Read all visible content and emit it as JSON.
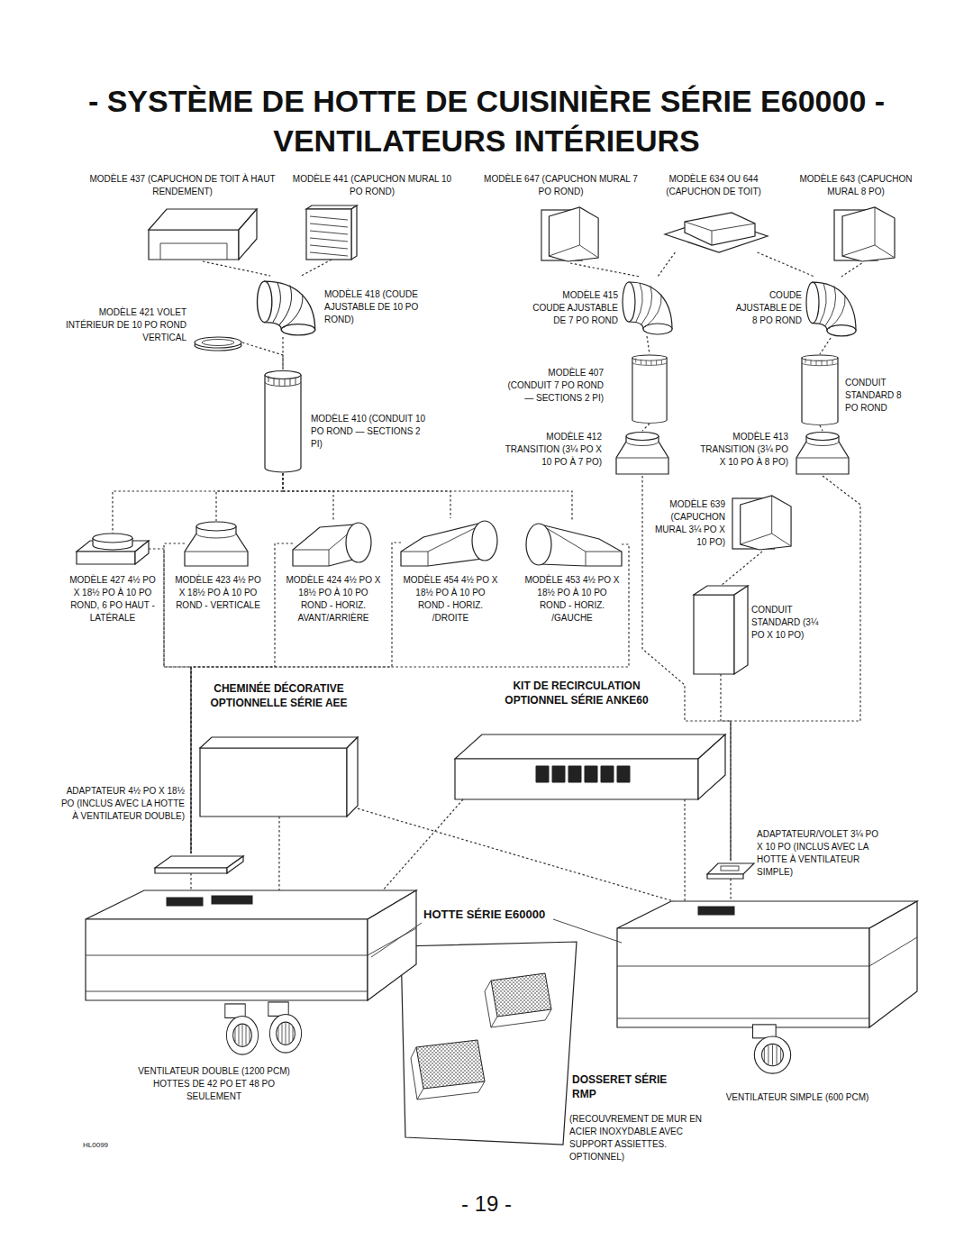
{
  "diagram": {
    "title": "- SYSTÈME DE HOTTE DE CUISINIÈRE SÉRIE E60000 - VENTILATEURS INTÉRIEURS",
    "nodes": [
      {
        "text": [
          "MODÈLE 437 (CAPUCHON DE TOIT À HAUT RENDEMENT)"
        ]
      },
      {
        "text": [
          "MODÈLE 441 (CAPUCHON MURAL 10 PO ROND)"
        ]
      },
      {
        "text": [
          "MODÈLE 647 (CAPUCHON MURAL 7 PO ROND)"
        ]
      },
      {
        "text": [
          "MODÈLE 634 OU 644 (CAPUCHON DE TOIT)"
        ]
      },
      {
        "text": [
          "MODÈLE 643 (CAPUCHON MURAL 8 PO)"
        ]
      },
      {
        "text": [
          "MODÈLE 421 VOLET INTÉRIEUR DE 10 PO ROND VERTICAL"
        ]
      },
      {
        "text": [
          "MODÈLE 418 (COUDE AJUSTABLE DE 10 PO ROND)"
        ]
      },
      {
        "text": [
          "MODÈLE 415 COUDE AJUSTABLE DE 7 PO ROND"
        ]
      },
      {
        "text": [
          "COUDE AJUSTABLE DE 8 PO ROND"
        ]
      },
      {
        "text": [
          "MODÈLE 410 (CONDUIT 10 PO ROND — SECTIONS 2 PI)"
        ]
      },
      {
        "text": [
          "MODÈLE 407 (CONDUIT 7 PO ROND — SECTIONS 2 PI)"
        ]
      },
      {
        "text": [
          "CONDUIT STANDARD 8 PO ROND"
        ]
      },
      {
        "text": [
          "MODÈLE 412 TRANSITION (3¼ PO X 10 PO À 7 PO)"
        ]
      },
      {
        "text": [
          "MODÈLE 413 TRANSITION (3¼ PO X 10 PO À 8 PO)"
        ]
      },
      {
        "text": [
          "MODÈLE 427 4½ PO X 18½ PO À 10 PO ROND, 6 PO HAUT - LATÉRALE"
        ]
      },
      {
        "text": [
          "MODÈLE 423 4½ PO X 18½ PO À 10 PO ROND - VERTICALE"
        ]
      },
      {
        "text": [
          "MODÈLE 424 4½ PO X 18½ PO À 10 PO ROND - HORIZ. AVANT/ARRIÈRE"
        ]
      },
      {
        "text": [
          "MODÈLE 454 4½ PO X 18½ PO À 10 PO ROND - HORIZ. /DROITE"
        ]
      },
      {
        "text": [
          "MODÈLE 453 4½ PO X 18½ PO À 10 PO ROND - HORIZ. /GAUCHE"
        ]
      },
      {
        "text": [
          "MODÈLE 639 (CAPUCHON MURAL 3¼ PO X 10 PO)"
        ]
      },
      {
        "text": [
          "CONDUIT STANDARD (3¼ PO X 10 PO)"
        ]
      },
      {
        "text": [
          "CHEMINÉE DÉCORATIVE OPTIONNELLE SÉRIE AEE"
        ]
      },
      {
        "text": [
          "KIT DE RECIRCULATION OPTIONNEL SÉRIE ANKE60"
        ]
      },
      {
        "text": [
          "ADAPTATEUR 4½ PO X 18½ PO (INCLUS AVEC LA HOTTE À VENTILATEUR DOUBLE)"
        ]
      },
      {
        "text": [
          "ADAPTATEUR/VOLET 3¼ PO X 10 PO (INCLUS AVEC LA HOTTE À VENTILATEUR SIMPLE)"
        ]
      },
      {
        "text": [
          "VENTILATEUR DOUBLE (1200 PCM) HOTTES DE 42 PO ET 48 PO SEULEMENT"
        ]
      },
      {
        "text": [
          "DOSSERET SÉRIE RMP",
          "(RECOUVREMENT DE MUR EN ACIER INOXYDABLE AVEC SUPPORT ASSIETTES. OPTIONNEL)"
        ]
      },
      {
        "text": [
          "VENTILATEUR SIMPLE (600 PCM)"
        ]
      }
    ],
    "edges": [
      {
        "from": 0,
        "to": 6,
        "arrow": "none"
      },
      {
        "from": 1,
        "to": 6,
        "arrow": "none"
      },
      {
        "from": 6,
        "to": 9,
        "arrow": "none"
      },
      {
        "from": 5,
        "to": 9,
        "arrow": "none"
      },
      {
        "from": 9,
        "to": 14,
        "arrow": "none"
      },
      {
        "from": 9,
        "to": 15,
        "arrow": "none"
      },
      {
        "from": 9,
        "to": 16,
        "arrow": "none"
      },
      {
        "from": 9,
        "to": 17,
        "arrow": "none"
      },
      {
        "from": 9,
        "to": 18,
        "arrow": "none"
      },
      {
        "from": 14,
        "to": 23,
        "arrow": "none"
      },
      {
        "from": 15,
        "to": 23,
        "arrow": "none"
      },
      {
        "from": 16,
        "to": 23,
        "arrow": "none"
      },
      {
        "from": 17,
        "to": 23,
        "arrow": "none"
      },
      {
        "from": 18,
        "to": 23,
        "arrow": "none"
      },
      {
        "from": 2,
        "to": 7,
        "arrow": "none"
      },
      {
        "from": 3,
        "to": 7,
        "arrow": "none"
      },
      {
        "from": 3,
        "to": 8,
        "arrow": "none"
      },
      {
        "from": 4,
        "to": 8,
        "arrow": "none"
      },
      {
        "from": 7,
        "to": 10,
        "arrow": "none"
      },
      {
        "from": 8,
        "to": 11,
        "arrow": "none"
      },
      {
        "from": 10,
        "to": 12,
        "arrow": "none"
      },
      {
        "from": 11,
        "to": 13,
        "arrow": "none"
      },
      {
        "from": 19,
        "to": 20,
        "arrow": "none"
      },
      {
        "from": 12,
        "to": 24,
        "arrow": "none"
      },
      {
        "from": 13,
        "to": 24,
        "arrow": "none"
      },
      {
        "from": 20,
        "to": 24,
        "arrow": "none"
      },
      {
        "from": 23,
        "to": 25,
        "arrow": "none"
      },
      {
        "from": 21,
        "to": 25,
        "arrow": "none"
      },
      {
        "from": 21,
        "to": 27,
        "arrow": "none"
      },
      {
        "from": 22,
        "to": 25,
        "arrow": "none"
      },
      {
        "from": 22,
        "to": 27,
        "arrow": "none"
      },
      {
        "from": 24,
        "to": 27,
        "arrow": "none"
      }
    ],
    "labels": [
      "HOTTE SÉRIE E60000",
      "HL0099",
      "- 19 -"
    ]
  }
}
